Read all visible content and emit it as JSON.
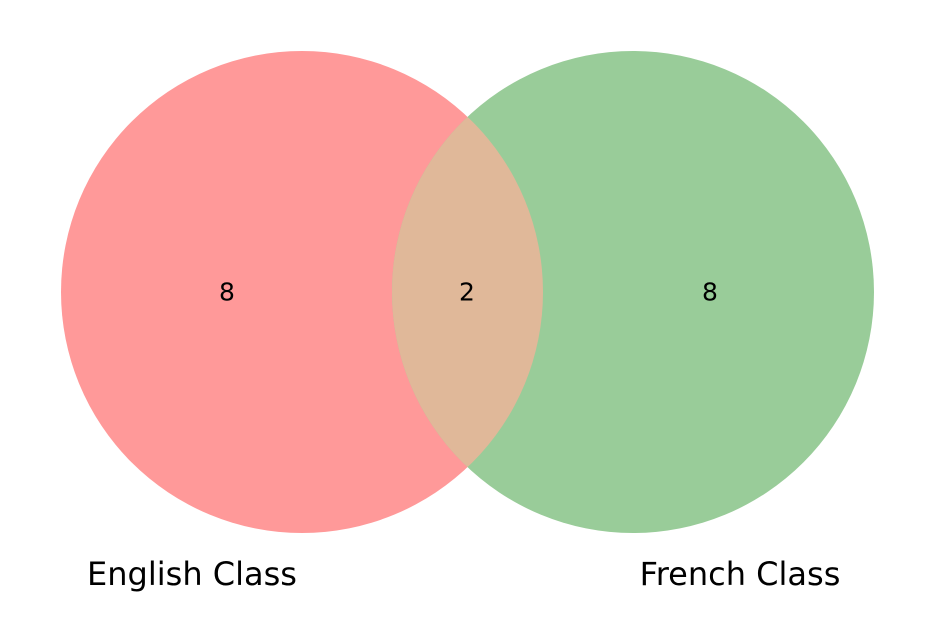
{
  "venn": {
    "sets": [
      {
        "label": "English Class",
        "color": "#ff9999",
        "only_count": "8"
      },
      {
        "label": "French Class",
        "color": "#99cc99",
        "only_count": "8"
      }
    ],
    "intersection": {
      "count": "2",
      "color": "#e0b899"
    }
  }
}
